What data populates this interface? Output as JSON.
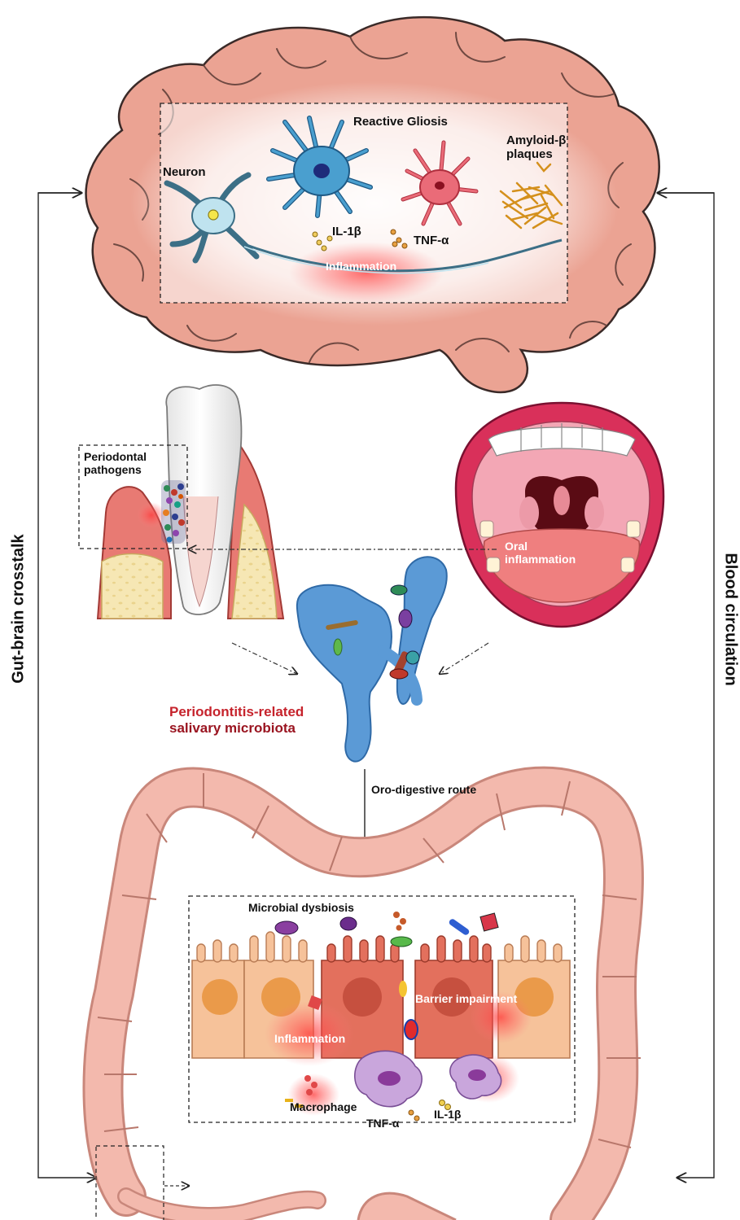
{
  "brain": {
    "reactive_gliosis": "Reactive Gliosis",
    "neuron": "Neuron",
    "amyloid_line1": "Amyloid-β",
    "amyloid_line2": "plaques",
    "il1b": "IL-1β",
    "tnfa": "TNF-α",
    "inflammation": "Inflammation"
  },
  "oral": {
    "periodontal_line1": "Periodontal",
    "periodontal_line2": "pathogens",
    "oral_inflammation_line1": "Oral",
    "oral_inflammation_line2": "inflammation",
    "saliva_line1": "Periodontitis-related",
    "saliva_line2": "salivary microbiota",
    "route": "Oro-digestive route"
  },
  "gut": {
    "microbial_dysbiosis": "Microbial dysbiosis",
    "barrier_impairment": "Barrier impairment",
    "inflammation": "Inflammation",
    "macrophage": "Macrophage",
    "tnfa": "TNF-α",
    "il1b": "IL-1β"
  },
  "side": {
    "left": "Gut-brain crosstalk",
    "right": "Blood circulation"
  },
  "colors": {
    "brain_fill": "#eba393",
    "neuron": "#bfe3ef",
    "glia_blue": "#4a9fcf",
    "glia_red": "#ea6b78",
    "amyloid": "#e2a12f",
    "saliva": "#5b9ad6",
    "lip": "#d9305a",
    "enterocyte": "#f6c29a",
    "enterocyte_inflamed": "#e3705d",
    "macrophage": "#c9a6dc",
    "red_text": "#c6232c"
  }
}
